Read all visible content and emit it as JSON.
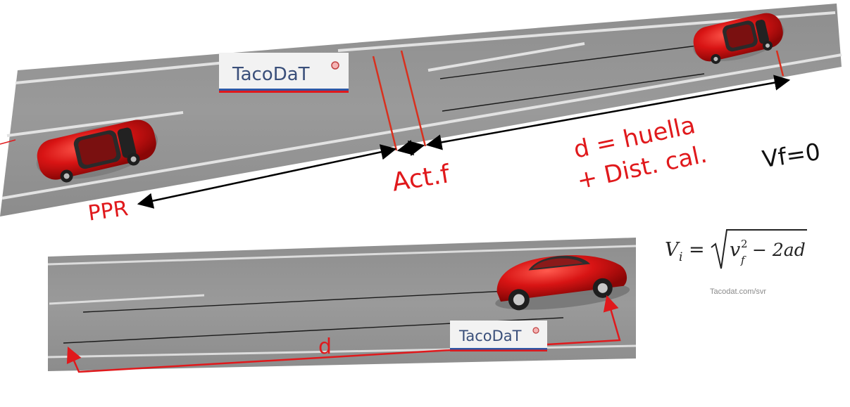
{
  "top_scene": {
    "labels": {
      "ppr": "PPR",
      "act_f": "Act.f",
      "d_line1": "d = huella",
      "d_line2": "+ Dist. cal.",
      "vf": "Vf=0"
    },
    "logo_text": "TacoDaT"
  },
  "bottom_scene": {
    "labels": {
      "d": "d"
    },
    "logo_text": "TacoDaT"
  },
  "formula": {
    "lhs_var": "V",
    "lhs_sub": "i",
    "equals": "=",
    "term_var": "v",
    "term_sup": "2",
    "term_sub": "f",
    "rest": "− 2ad"
  },
  "credit": "Tacodat.com/svr",
  "colors": {
    "road": "#939393",
    "lane_line": "#dcdcdc",
    "annotation_red": "#e0191c",
    "arrow_black": "#000000",
    "car_red": "#d81414",
    "logo_text": "#3a4f7a"
  },
  "icons": [
    "red-hatchback-car-icon",
    "red-sports-car-icon",
    "tacodat-logo-icon"
  ]
}
